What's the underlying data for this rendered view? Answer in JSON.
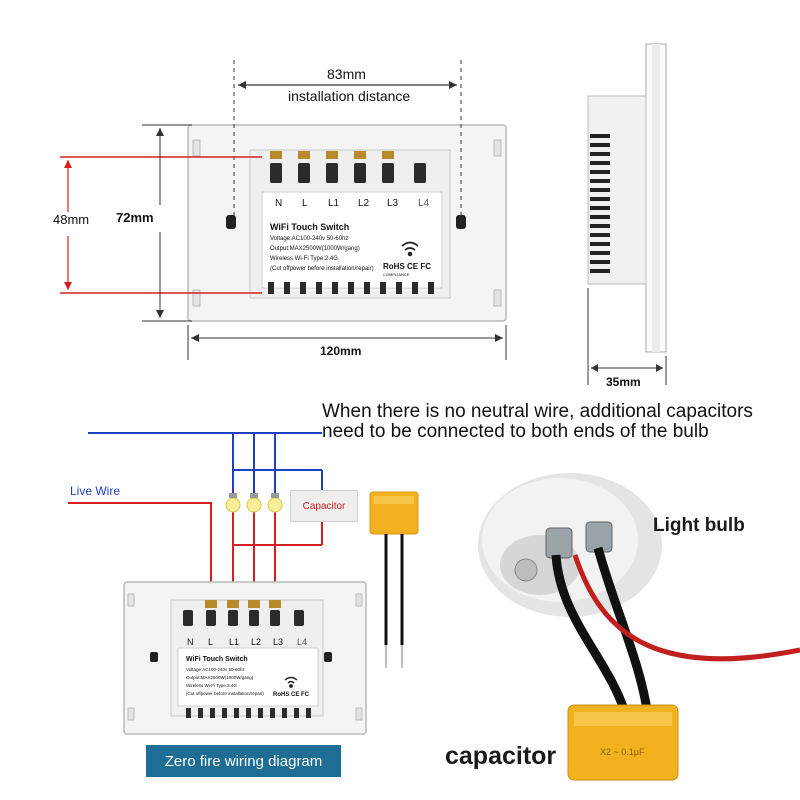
{
  "dimensions": {
    "installation_distance_value": "83mm",
    "installation_distance_label": "installation distance",
    "hole_height": "48mm",
    "panel_height": "72mm",
    "panel_width": "120mm",
    "depth": "35mm"
  },
  "module_top": {
    "terminals": [
      "N",
      "L",
      "L1",
      "L2",
      "L3",
      "L4"
    ],
    "title": "WiFi Touch Switch",
    "spec_lines": [
      "Voltage:AC100-240v 50-60hz",
      "Output:MAX2500W(1000W/gang)",
      "Wireless Wi-Fi Type:2.4G",
      "(Cut offpower before installation/repair)"
    ],
    "marks": "RoHS  CE  FC",
    "rohs_sub": "COMPLIANCE"
  },
  "module_bottom": {
    "terminals": [
      "N",
      "L",
      "L1",
      "L2",
      "L3",
      "L4"
    ],
    "title": "WiFi Touch Switch",
    "spec_lines": [
      "Voltage:AC100-240v 50-60hz",
      "Output:MAX2500W(1000W/gang)",
      "Wireless Wi-Fi Type:2.4G",
      "(Cut offpower before installation/repair)"
    ],
    "marks": "RoHS  CE  FC"
  },
  "note": {
    "line1": "When there is no neutral wire, additional capacitors",
    "line2": "need to be connected to both ends of the bulb"
  },
  "wiring": {
    "live_wire_label": "Live Wire",
    "capacitor_box_label": "Capacitor",
    "badge": "Zero fire wiring diagram"
  },
  "photo": {
    "light_bulb_label": "Light bulb",
    "capacitor_label": "capacitor"
  },
  "colors": {
    "neutral_wire": "#1f3fc4",
    "live_wire": "#d62020",
    "badge_bg": "#1d6d94",
    "capacitor_yellow": "#f2b21f"
  }
}
